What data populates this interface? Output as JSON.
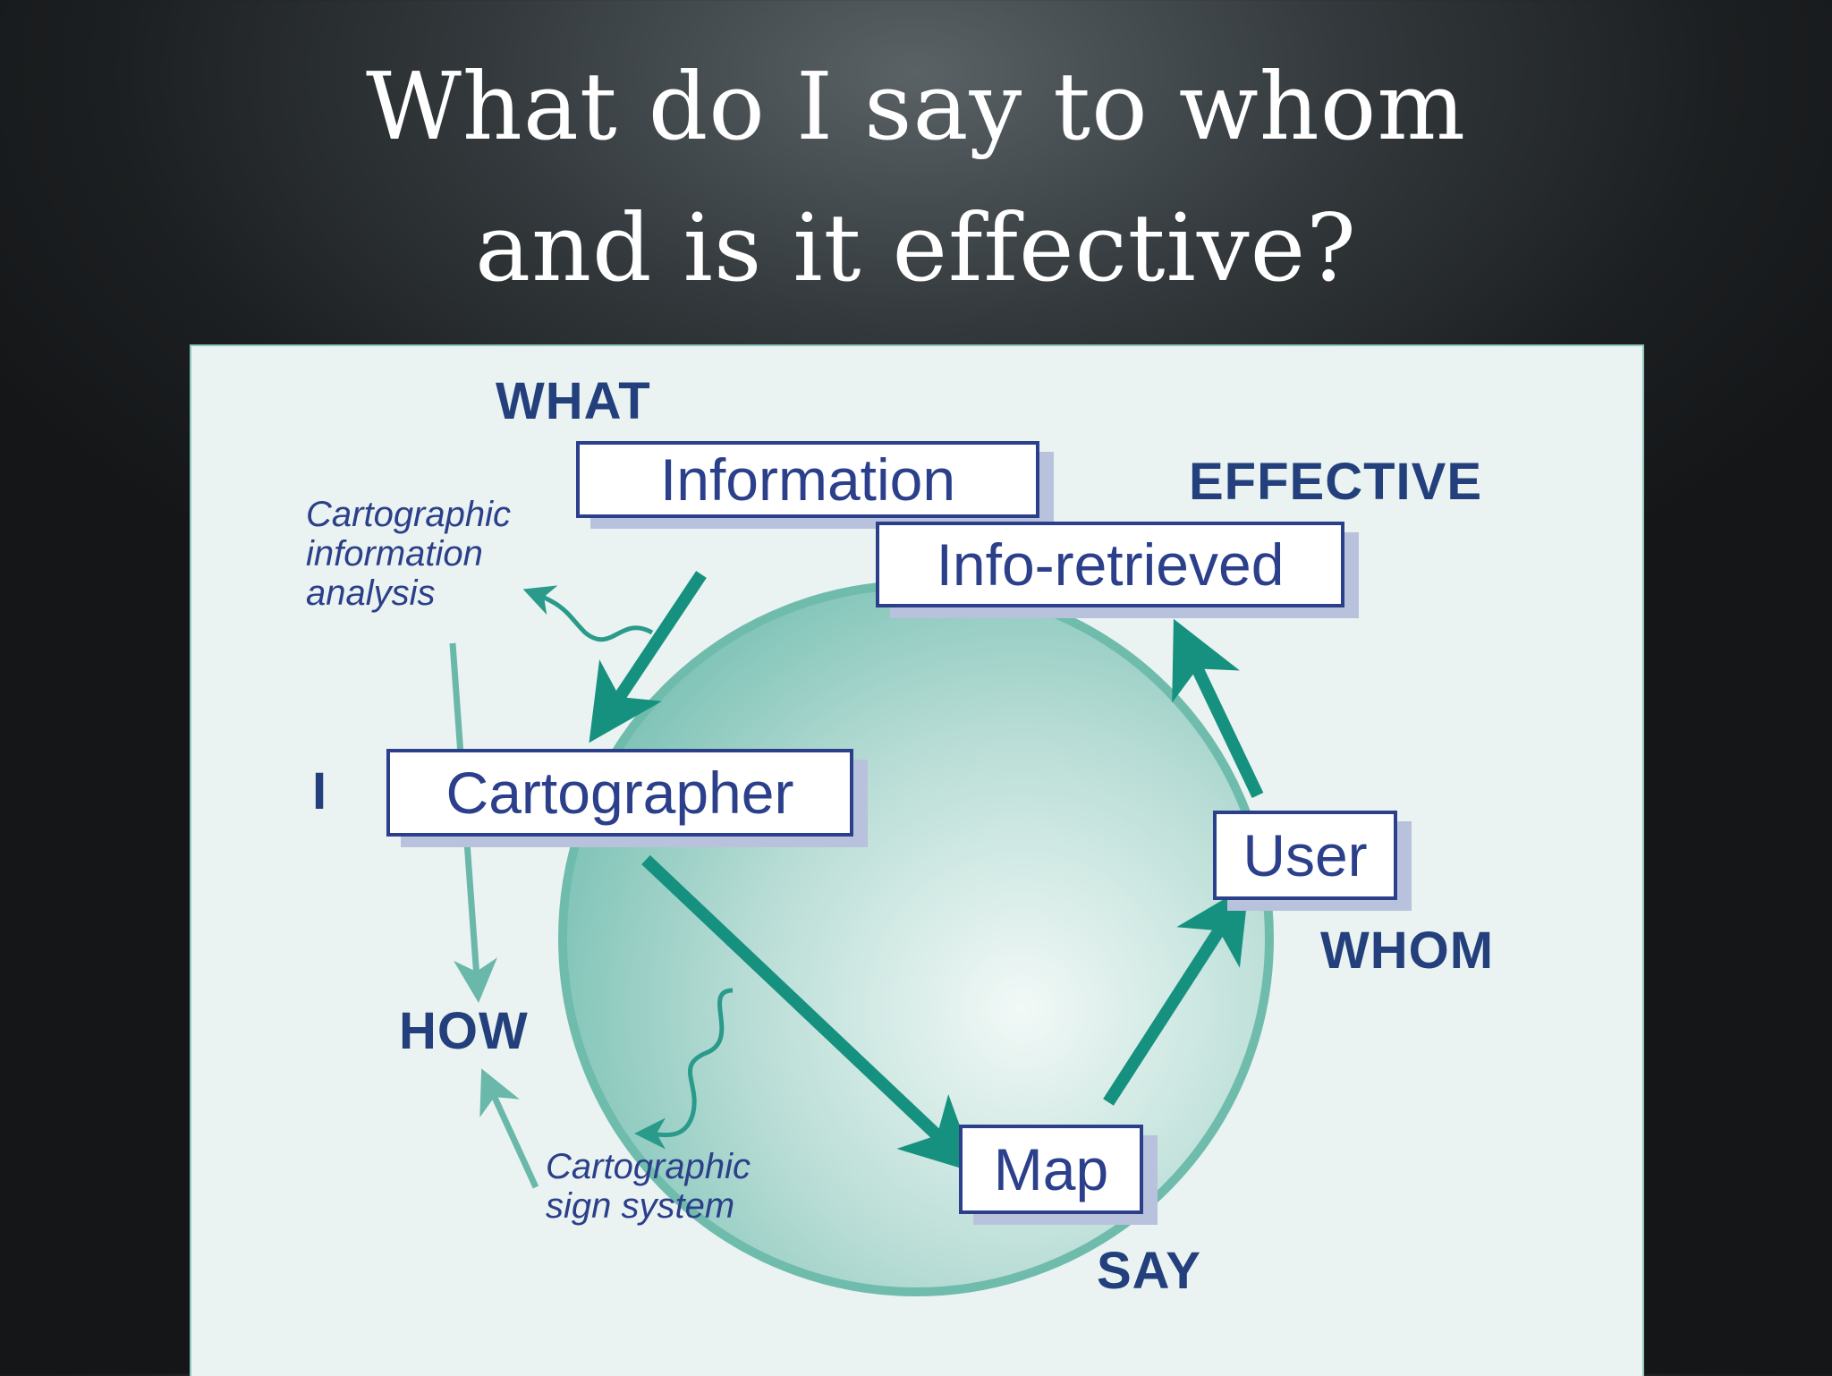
{
  "title": {
    "line1": "What do I say to whom",
    "line2": "and is it effective?"
  },
  "diagram": {
    "labels": {
      "what": "WHAT",
      "effective": "EFFECTIVE",
      "i": "I",
      "how": "HOW",
      "whom": "WHOM",
      "say": "SAY"
    },
    "nodes": {
      "information": "Information",
      "info_retrieved": "Info-retrieved",
      "cartographer": "Cartographer",
      "user": "User",
      "map": "Map"
    },
    "notes": {
      "info_analysis": [
        "Cartographic",
        "information",
        "analysis"
      ],
      "sign_system": [
        "Cartographic",
        "sign system"
      ]
    },
    "colors": {
      "arrow": "#17917f",
      "thin_arrow": "#6ab8aa",
      "box_border": "#2b3f8a",
      "label": "#23407d"
    }
  }
}
